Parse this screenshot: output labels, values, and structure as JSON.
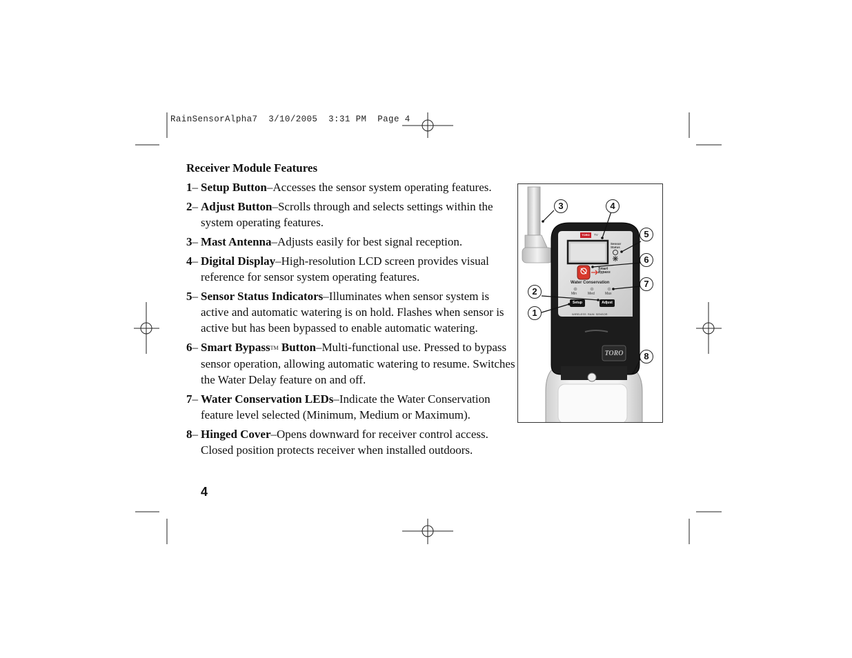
{
  "slug_line": "RainSensorAlpha7  3/10/2005  3:31 PM  Page 4",
  "heading": "Receiver Module Features",
  "features": [
    {
      "num": "1",
      "term": "Setup Button",
      "text": "–Accesses the sensor system operating features."
    },
    {
      "num": "2",
      "term": "Adjust Button",
      "text": "–Scrolls through and selects settings within the system operating features."
    },
    {
      "num": "3",
      "term": "Mast Antenna",
      "text": "–Adjusts easily for best signal reception."
    },
    {
      "num": "4",
      "term": "Digital Display",
      "text": "–High-resolution LCD screen provides visual reference for sensor system operating features."
    },
    {
      "num": "5",
      "term": "Sensor Status Indicators",
      "text": "–Illuminates when sensor system is active and automatic watering is on hold. Flashes when sensor is active but has been bypassed to enable automatic watering."
    },
    {
      "num": "6",
      "term": "Smart Bypass",
      "tm": "TM",
      "term2": " Button",
      "text": "–Multi-functional use. Pressed to bypass sensor operation, allowing automatic watering to resume. Switches the Water Delay feature on and off."
    },
    {
      "num": "7",
      "term": "Water Conservation LEDs",
      "text": "–Indicate the Water Conservation feature level selected (Minimum, Medium or Maximum)."
    },
    {
      "num": "8",
      "term": "Hinged Cover",
      "text": "–Opens downward for receiver control access. Closed position protects receiver when installed outdoors."
    }
  ],
  "page_number": "4",
  "device": {
    "brand": "TORO",
    "small_brand": "TORO",
    "tv_label": "TV",
    "sensor_status_label_1": "Sensor",
    "sensor_status_label_2": "Status",
    "smart_label": "Smart",
    "bypass_label": "Bypass",
    "water_conservation_label": "Water Conservation",
    "led_min": "Min",
    "led_med": "Med",
    "led_max": "Max",
    "setup_label": "Setup",
    "adjust_label": "Adjust",
    "footer_label": "WIRELESS  RAIN  SENSOR"
  },
  "callouts": [
    "1",
    "2",
    "3",
    "4",
    "5",
    "6",
    "7",
    "8"
  ],
  "colors": {
    "housing": "#1c1c1c",
    "faceplate": "#dcdcdc",
    "bypass_button": "#d8382c",
    "toro_red": "#c8202a"
  }
}
